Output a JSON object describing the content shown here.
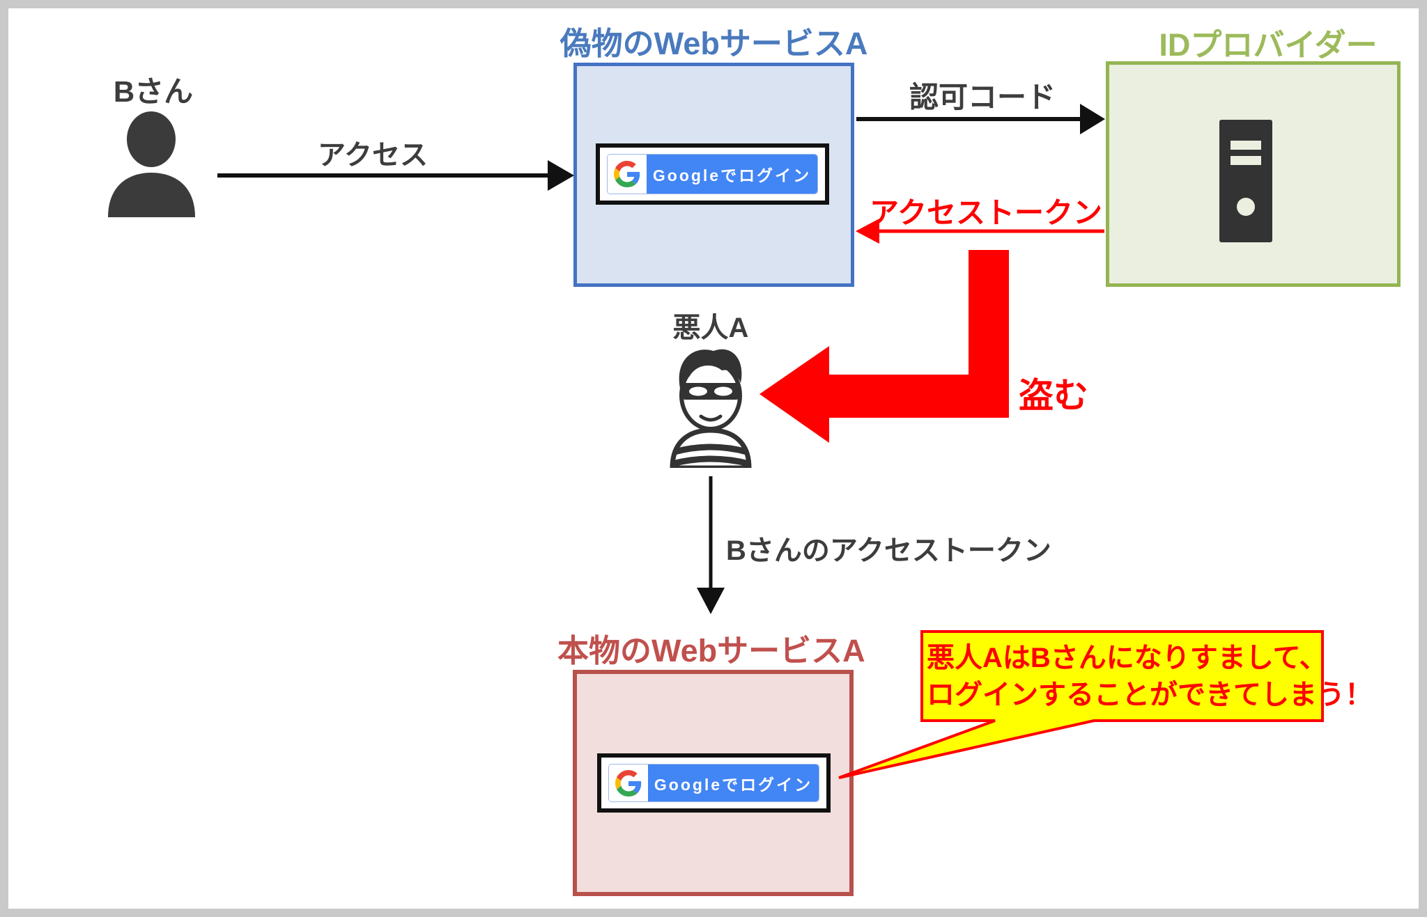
{
  "labels": {
    "user": "Bさん",
    "access": "アクセス",
    "fake_service_title": "偽物のWebサービスA",
    "idp_title": "IDプロバイダー",
    "auth_code": "認可コード",
    "access_token": "アクセストークン",
    "steal": "盗む",
    "villain": "悪人A",
    "b_access_token": "Bさんのアクセストークン",
    "real_service_title": "本物のWebサービスA",
    "google_login": "Googleでログイン",
    "callout_line1": "悪人AはBさんになりすまして、",
    "callout_line2": "ログインすることができてしまう！"
  },
  "colors": {
    "fake_box_fill": "#dae3f1",
    "fake_box_border": "#4472c4",
    "fake_title": "#4a7abd",
    "idp_box_fill": "#ebefe0",
    "idp_box_border": "#94b552",
    "idp_title": "#9cba5a",
    "real_box_fill": "#f2dedc",
    "real_box_border": "#b8514c",
    "real_title": "#c0504d",
    "alert_red": "#ff0000",
    "google_blue": "#4285f4",
    "callout_yellow": "#ffff00",
    "dark_text": "#3d3d3d",
    "frame_gray": "#c9c9c9"
  }
}
